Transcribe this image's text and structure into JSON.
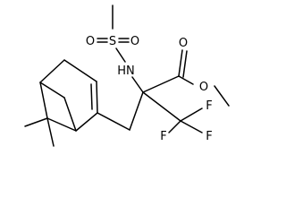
{
  "molecule": {
    "atoms": {
      "S": "S",
      "O1": "O",
      "O2": "O",
      "NH": "HN",
      "O_carbonyl": "O",
      "O_ester": "O",
      "F1": "F",
      "F2": "F",
      "F3": "F"
    }
  },
  "colors": {
    "bond": "#000000",
    "label": "#000000",
    "background": "#ffffff"
  }
}
